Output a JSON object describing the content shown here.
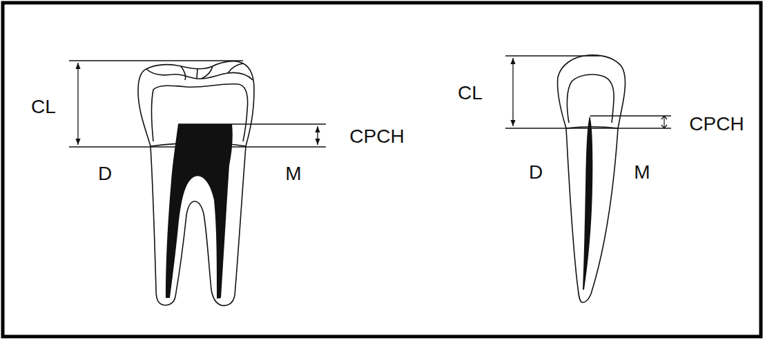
{
  "diagram": {
    "labels": [
      "CL",
      "CPCH",
      "D",
      "M",
      "CL",
      "CPCH",
      "D",
      "M"
    ]
  }
}
